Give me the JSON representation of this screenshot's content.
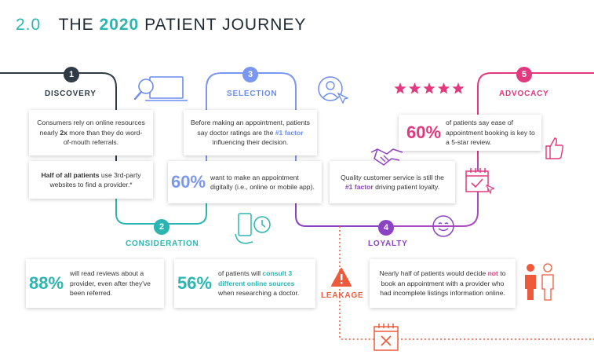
{
  "header": {
    "section_number": "2.0",
    "title_prefix": "THE",
    "year": "2020",
    "title_suffix": "PATIENT JOURNEY"
  },
  "stages": {
    "discovery": {
      "number": "1",
      "label": "DISCOVERY",
      "color": "#2f3b45"
    },
    "consideration": {
      "number": "2",
      "label": "CONSIDERATION",
      "color": "#2bb5b2"
    },
    "selection": {
      "number": "3",
      "label": "SELECTION",
      "color": "#7a98f2"
    },
    "loyalty": {
      "number": "4",
      "label": "LOYALTY",
      "color": "#8b43c3"
    },
    "advocacy": {
      "number": "5",
      "label": "ADVOCACY",
      "color": "#e2387e"
    }
  },
  "leakage": {
    "label": "LEAKAGE",
    "icon": "warning-icon",
    "color": "#ee5a3c"
  },
  "cards": {
    "discovery_1": {
      "pre": "Consumers rely on online resources nearly ",
      "bold": "2x",
      "post": " more than they do word-of-mouth referrals."
    },
    "discovery_2": {
      "bold": "Half of all patients",
      "post": " use 3rd-party websites to find a provider.*"
    },
    "consideration_1": {
      "stat": "88%",
      "text": "will read reviews about a provider, even after they've been referred."
    },
    "consideration_2": {
      "stat": "56%",
      "pre": "of patients will ",
      "bold": "consult 3 different online sources",
      "post": " when researching a doctor."
    },
    "selection_1": {
      "pre": "Before making an appointment, patients say doctor ratings are the ",
      "bold": "#1 factor",
      "post": " influencing their decision."
    },
    "selection_2": {
      "stat": "60%",
      "text": "want to make an appointment digitally (i.e., online or mobile app)."
    },
    "loyalty_1": {
      "pre": "Quality customer service is still the ",
      "bold": "#1 factor",
      "post": " driving patient loyalty."
    },
    "advocacy_1": {
      "stat": "60%",
      "text": "of patients say ease of appointment booking is key to a 5-star review."
    },
    "leakage_1": {
      "pre": "Nearly half of patients would decide ",
      "bold": "not",
      "post": " to book an appointment with a provider who had incomplete listings information online."
    }
  },
  "icons": [
    "magnifier-laptop-icon",
    "doctor-cursor-icon",
    "five-stars-icon",
    "phone-hand-icon",
    "handshake-icon",
    "smiley-icon",
    "calendar-check-icon",
    "thumbs-up-icon",
    "person-pair-icon",
    "calendar-x-icon"
  ],
  "rating": {
    "stars": 5,
    "max": 5
  }
}
